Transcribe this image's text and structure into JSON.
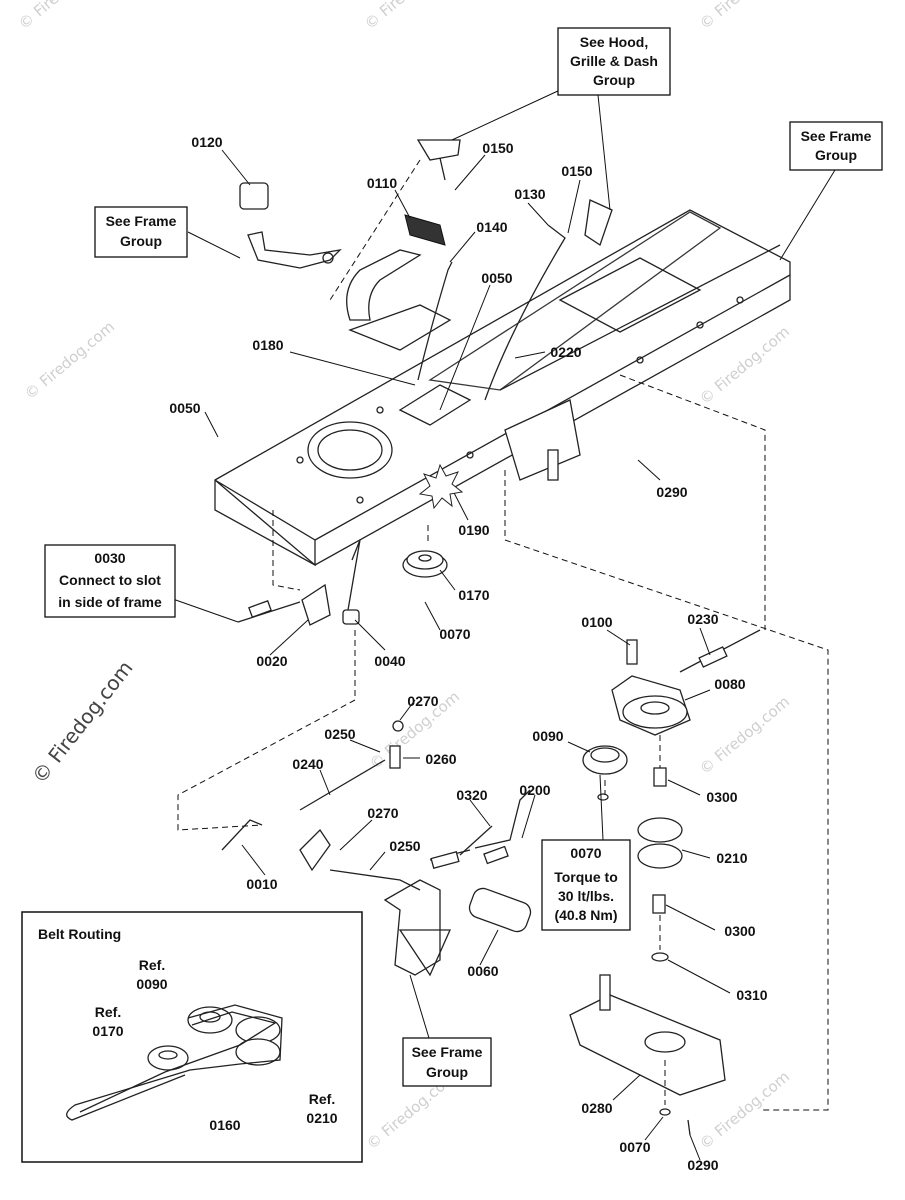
{
  "watermark": {
    "main": "© Firedog.com",
    "small": "© Firedog.com"
  },
  "callouts": {
    "hood_grille_dash": [
      "See Hood,",
      "Grille & Dash",
      "Group"
    ],
    "frame_top_right": [
      "See Frame",
      "Group"
    ],
    "frame_left": [
      "See Frame",
      "Group"
    ],
    "frame_bottom": [
      "See Frame",
      "Group"
    ],
    "slot_note": [
      "0030",
      "Connect to slot",
      "in side of frame"
    ],
    "torque_note": [
      "0070",
      "Torque to",
      "30 lt/lbs.",
      "(40.8 Nm)"
    ]
  },
  "inset": {
    "title": "Belt Routing",
    "refs": [
      {
        "id": "ref-0090",
        "lines": [
          "Ref.",
          "0090"
        ]
      },
      {
        "id": "ref-0170",
        "lines": [
          "Ref.",
          "0170"
        ]
      },
      {
        "id": "ref-0210",
        "lines": [
          "Ref.",
          "0210"
        ]
      }
    ],
    "belt_label": "0160"
  },
  "part_labels": [
    "0120",
    "0150",
    "0110",
    "0140",
    "0130",
    "0150",
    "0050",
    "0180",
    "0220",
    "0050",
    "0290",
    "0190",
    "0170",
    "0070",
    "0020",
    "0040",
    "0100",
    "0230",
    "0080",
    "0090",
    "0270",
    "0250",
    "0260",
    "0240",
    "0300",
    "0320",
    "0200",
    "0270",
    "0250",
    "0210",
    "0010",
    "0300",
    "0060",
    "0310",
    "0280",
    "0070",
    "0290"
  ]
}
